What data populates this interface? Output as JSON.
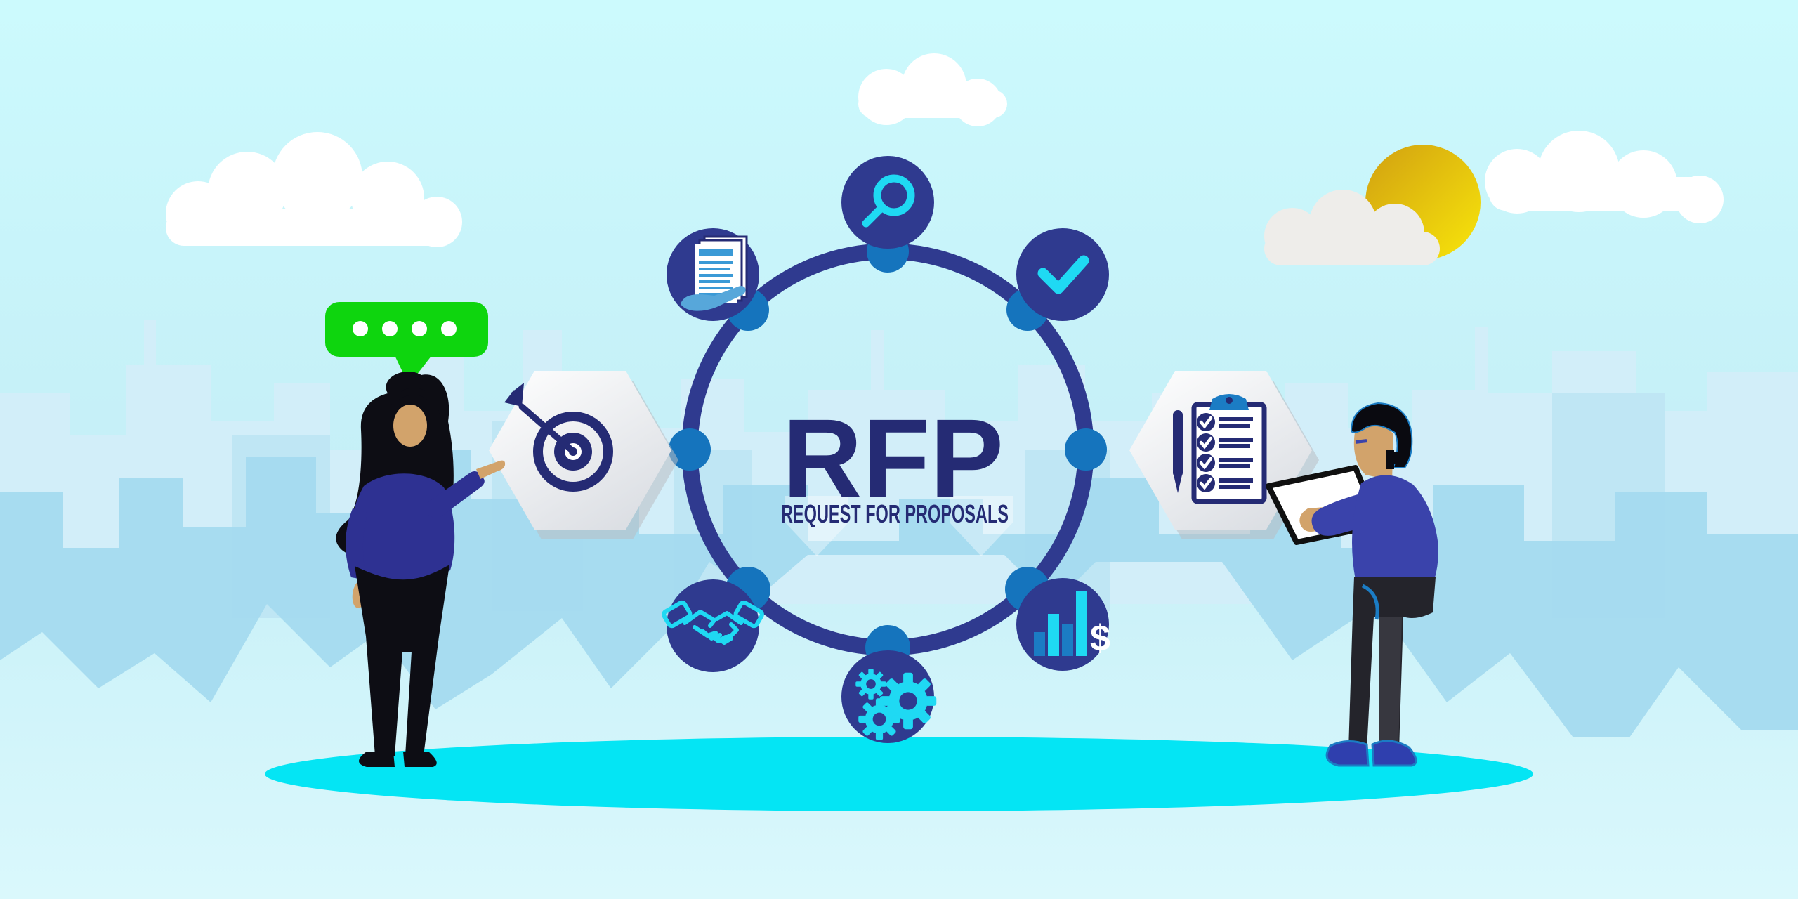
{
  "title": {
    "text": "RFP",
    "subtitle": "REQUEST FOR PROPOSALS"
  },
  "icons": {
    "ring": [
      "search",
      "approval-check",
      "document-delivery",
      "handshake-partnership",
      "process-gears",
      "budget-chart"
    ],
    "budget_symbol": "$",
    "badges": [
      "target-goal",
      "checklist-clipboard"
    ]
  },
  "speech_bubble": {
    "dot_count": 4
  },
  "figures": [
    "woman-presenting",
    "man-reading-tablet"
  ],
  "colors": {
    "sky_top": "#ccfafd",
    "sky_mid": "#c5eff7",
    "sky_low": "#daf8fc",
    "cloud_white": "#ffffff",
    "cloud_gray": "#eeedea",
    "sun_dark": "#d1a011",
    "sun_light": "#f8e60b",
    "skyline_far": "#d2eef9",
    "skyline_mid": "#bfe6f4",
    "skyline_near": "#a4daef",
    "platform_cyan": "#04e5f4",
    "ring_navy": "#2f3a8f",
    "navy_deep": "#252b74",
    "node_blue": "#1574bd",
    "icon_cyan": "#1fd9f3",
    "blue_mid": "#1b7cc4",
    "doc_blue": "#3b9ad6",
    "hand_blue": "#57a7da",
    "bubble_green": "#0ed50e",
    "hex_low": "#dcdfe4",
    "hex_shadow": "#b9bdc2",
    "skin": "#d2a36b",
    "woman_jacket": "#2e3192",
    "dark": "#0d0d14",
    "man_sweater": "#3a43ab",
    "man_hair": "#0a0a10",
    "man_pants": "#24242b",
    "man_pants_light": "#37373f",
    "man_shoe": "#2f3fae",
    "shoe_line": "#1b7cc4",
    "tablet_edge": "#101010",
    "white": "#ffffff"
  }
}
